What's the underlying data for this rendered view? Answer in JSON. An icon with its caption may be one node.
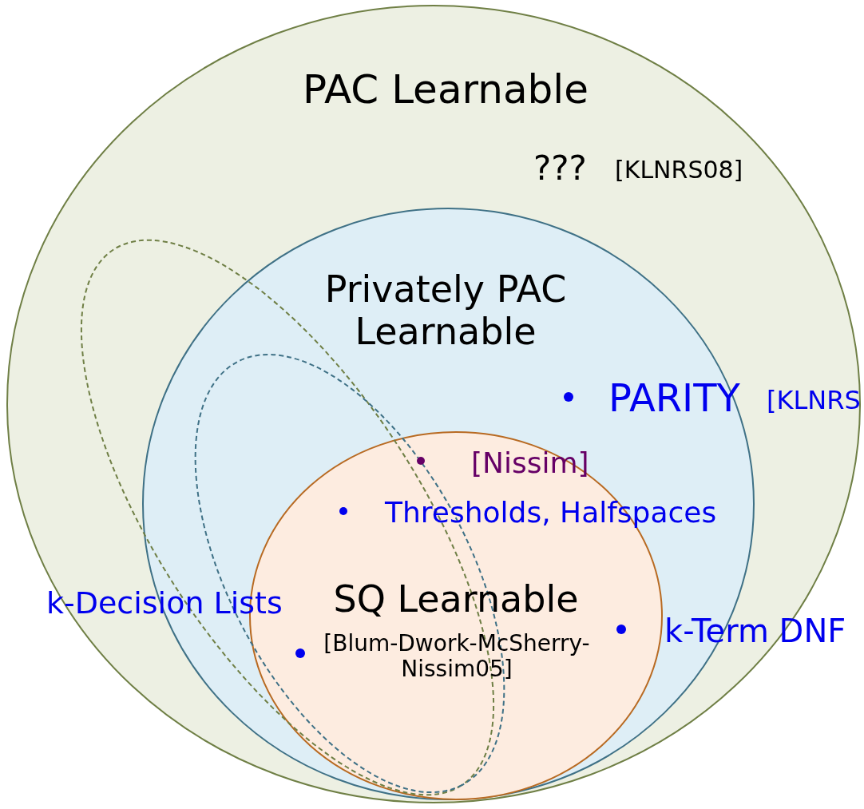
{
  "diagram": {
    "nodes": [
      {
        "text": [
          "PAC Learnable"
        ]
      },
      {
        "text": [
          "Privately PAC Learnable"
        ],
        "in": 0
      },
      {
        "text": [
          "SQ Learnable",
          "[Blum-Dwork-McSherry-Nissim05]"
        ],
        "in": 1
      }
    ],
    "edges": [],
    "labels": [
      "???",
      "[KLNRS08]",
      "PARITY",
      "[KLNRS",
      "[Nissim]",
      "Thresholds, Halfspaces",
      "k-Decision Lists",
      "k-Term DNF"
    ]
  }
}
